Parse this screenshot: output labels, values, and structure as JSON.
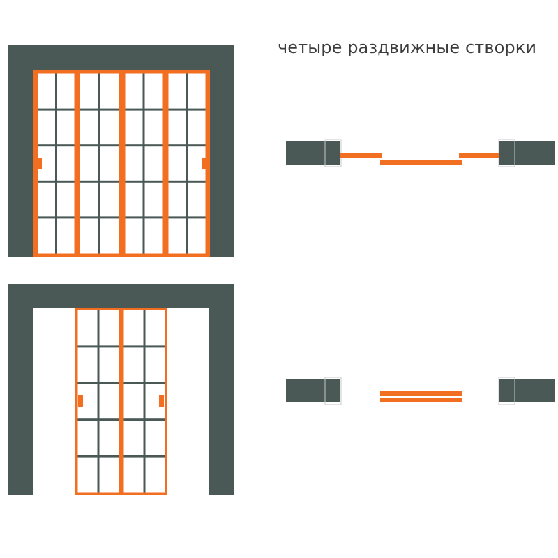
{
  "caption": "четыре раздвижные створки",
  "colors": {
    "wall": "#4a5856",
    "frame": "#f26f21",
    "glass": "#ffffff",
    "liner": "#c8c8c8"
  },
  "views": [
    {
      "state": "closed",
      "panels_visible": 4,
      "grid_columns_per_panel": 2,
      "grid_rows": 5,
      "handles": 2
    },
    {
      "state": "open",
      "panels_visible": 2,
      "grid_columns_per_panel": 2,
      "grid_rows": 5,
      "handles": 2
    }
  ],
  "plans": [
    {
      "state": "closed",
      "leaves": 4
    },
    {
      "state": "open",
      "leaves": 4
    }
  ]
}
